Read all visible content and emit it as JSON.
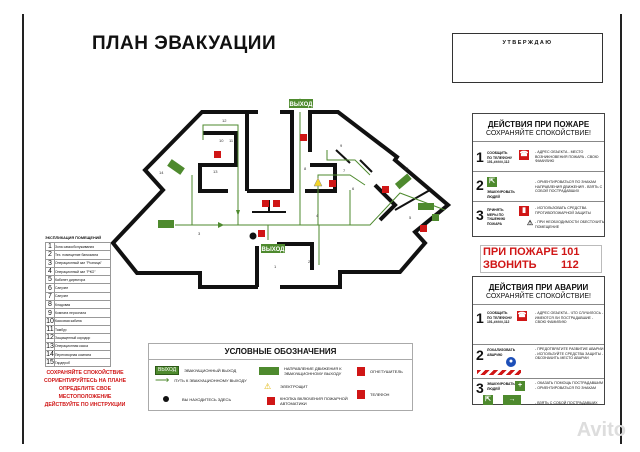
{
  "title": "ПЛАН ЭВАКУАЦИИ",
  "approve": "УТВЕРЖДАЮ",
  "fire": {
    "heading": "ДЕЙСТВИЯ ПРИ ПОЖАРЕ",
    "sub": "СОХРАНЯЙТЕ СПОКОЙСТВИЕ!",
    "steps": [
      {
        "num": "1",
        "label": "СООБЩИТЬ ПО ТЕЛЕФОНУ 101,#####,112",
        "text": "- АДРЕС ОБЪЕКТА - МЕСТО ВОЗНИКНОВЕНИЯ ПОЖАРА - СВОЮ ФАМИЛИЮ"
      },
      {
        "num": "2",
        "label": "ЭВАКУИРОВАТЬ ЛЮДЕЙ",
        "text": "- ОРИЕНТИРОВАТЬСЯ ПО ЗНАКАМ НАПРАВЛЕНИЯ ДВИЖЕНИЯ - ВЗЯТЬ С СОБОЙ ПОСТРАДАВШИХ"
      },
      {
        "num": "3",
        "label": "ПРИНЯТЬ МЕРЫ ПО ТУШЕНИЮ ПОЖАРА",
        "text": "- ИСПОЛЬЗОВАТЬ СРЕДСТВА ПРОТИВОПОЖАРНОЙ ЗАЩИТЫ",
        "text2": "- ПРИ НЕОБХОДИМОСТИ ОБЕСТОЧИТЬ ПОМЕЩЕНИЕ"
      }
    ]
  },
  "call": {
    "line1": "ПРИ ПОЖАРЕ 101",
    "line2": "ЗВОНИТЬ        112"
  },
  "accident": {
    "heading": "ДЕЙСТВИЯ ПРИ АВАРИИ",
    "sub": "СОХРАНЯЙТЕ СПОКОЙСТВИЕ!",
    "steps": [
      {
        "num": "1",
        "label": "СООБЩИТЬ ПО ТЕЛЕФОНУ 101,#####,112",
        "text": "- АДРЕС ОБЪЕКТА - ЧТО СЛУЧИЛОСЬ - ИМЕЮТСЯ ЛИ ПОСТРАДАВШИЕ - СВОЮ ФАМИЛИЮ"
      },
      {
        "num": "2",
        "label": "ЛОКАЛИЗОВАТЬ АВАРИЮ",
        "text": "- ПРЕДОТВРАТИТЕ РАЗВИТИЕ АВАРИИ - ИСПОЛЬЗУЙТЕ СРЕДСТВА ЗАЩИТЫ - ОБОЗНАЧИТЬ МЕСТО АВАРИИ"
      },
      {
        "num": "3",
        "label": "ЭВАКУИРОВАТЬ ЛЮДЕЙ",
        "text": "- ОКАЗАТЬ ПОМОЩЬ ПОСТРАДАВШИМ - ОРИЕНТИРОВАТЬСЯ ПО ЗНАКАМ",
        "text2": "- ВЗЯТЬ С СОБОЙ ПОСТРАДАВШИХ"
      }
    ]
  },
  "rooms": {
    "heading": "ЭКСПЛИКАЦИЯ ПОМЕЩЕНИЙ",
    "items": [
      {
        "n": "1",
        "name": "Зона самообслуживания"
      },
      {
        "n": "2",
        "name": "Тех. помещение банкомата"
      },
      {
        "n": "3",
        "name": "Операционный зал \"Розница\""
      },
      {
        "n": "4",
        "name": "Операционный зал \"РКО\""
      },
      {
        "n": "5",
        "name": "Кабинет директора"
      },
      {
        "n": "6",
        "name": "Санузел"
      },
      {
        "n": "7",
        "name": "Санузел"
      },
      {
        "n": "8",
        "name": "Кладовая"
      },
      {
        "n": "9",
        "name": "Комната персонала"
      },
      {
        "n": "10",
        "name": "Кассовая кабина"
      },
      {
        "n": "11",
        "name": "Тамбур"
      },
      {
        "n": "12",
        "name": "Защищенный коридор"
      },
      {
        "n": "13",
        "name": "Операционная касса"
      },
      {
        "n": "14",
        "name": "Переговорная комната"
      },
      {
        "n": "15",
        "name": "Гардероб"
      }
    ]
  },
  "warning": [
    "СОХРАНЯЙТЕ СПОКОЙСТВИЕ",
    "СОРИЕНТИРУЙТЕСЬ НА ПЛАНЕ",
    "ОПРЕДЕЛИТЕ СВОЕ МЕСТОПОЛОЖЕНИЕ",
    "ДЕЙСТВУЙТЕ ПО ИНСТРУКЦИИ"
  ],
  "legend": {
    "heading": "УСЛОВНЫЕ ОБОЗНАЧЕНИЯ",
    "exit_sign": "ВЫХОД",
    "exit": "ЭВАКУАЦИОННЫЙ ВЫХОД",
    "path": "ПУТЬ К ЭВАКУАЦИОННОМУ ВЫХОДУ",
    "here": "ВЫ НАХОДИТЕСЬ ЗДЕСЬ",
    "direction": "НАПРАВЛЕНИЕ ДВИЖЕНИЯ К ЭВАКУАЦИОННОМУ ВЫХОДУ",
    "panel": "ЭЛЕКТРОЩИТ",
    "button": "КНОПКА ВКЛЮЧЕНИЯ ПОЖАРНОЙ АВТОМАТИКИ",
    "extinguisher": "ОГНЕТУШИТЕЛЬ",
    "phone": "ТЕЛЕФОН"
  },
  "plan": {
    "exit_top": "ВЫХОД",
    "exit_bottom": "ВЫХОД",
    "labels": [
      "1",
      "2",
      "3",
      "4",
      "5",
      "6",
      "7",
      "8",
      "9",
      "10",
      "11",
      "12",
      "13",
      "14",
      "15"
    ]
  },
  "colors": {
    "green": "#4e8a2e",
    "red": "#d01616"
  },
  "watermark": "Avito"
}
